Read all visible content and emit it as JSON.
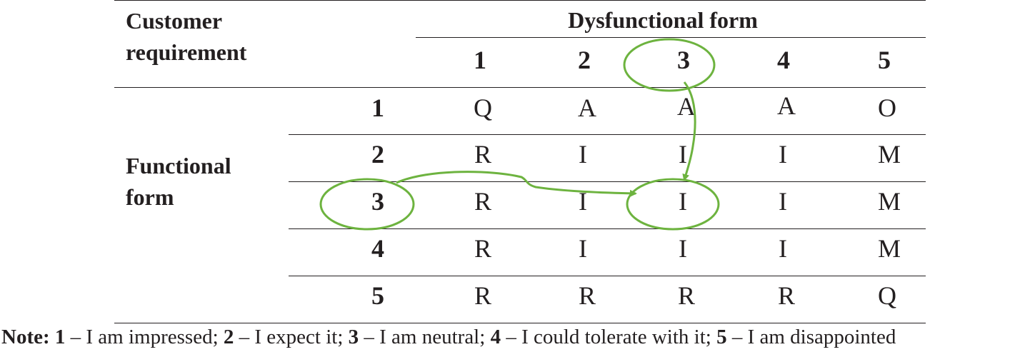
{
  "table": {
    "row_header_label_line1": "Customer",
    "row_header_label_line2": "requirement",
    "column_group_label": "Dysfunctional form",
    "row_group_label_line1": "Functional",
    "row_group_label_line2": "form",
    "column_headers": [
      "1",
      "2",
      "3",
      "4",
      "5"
    ],
    "row_headers": [
      "1",
      "2",
      "3",
      "4",
      "5"
    ],
    "cells": [
      [
        "Q",
        "A",
        "A",
        "A",
        "O"
      ],
      [
        "R",
        "I",
        "I",
        "I",
        "M"
      ],
      [
        "R",
        "I",
        "I",
        "I",
        "M"
      ],
      [
        "R",
        "I",
        "I",
        "I",
        "M"
      ],
      [
        "R",
        "R",
        "R",
        "R",
        "Q"
      ]
    ]
  },
  "annotation": {
    "color": "#6db33f",
    "highlighted_column": "3",
    "highlighted_row": "3",
    "highlighted_cell": "I"
  },
  "note": {
    "prefix": "Note:",
    "items": [
      {
        "key": "1",
        "text": " – I am impressed; "
      },
      {
        "key": "2",
        "text": " – I expect it; "
      },
      {
        "key": "3",
        "text": " – I am neutral; "
      },
      {
        "key": "4",
        "text": " – I could tolerate with it; "
      },
      {
        "key": "5",
        "text": " – I am disappointed"
      }
    ]
  }
}
